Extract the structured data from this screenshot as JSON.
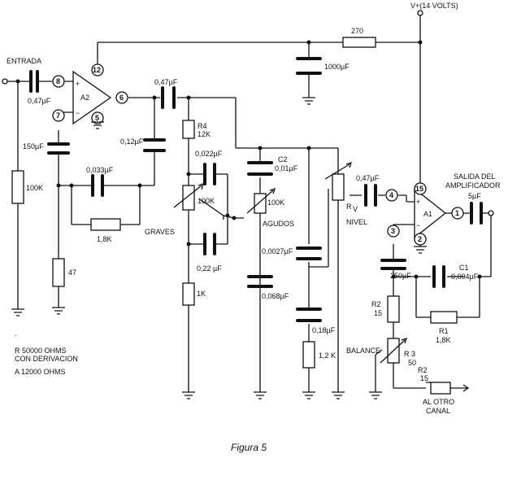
{
  "labels": {
    "supply": "V+(14 VOLTS)",
    "entrada": "ENTRADA",
    "c_in": "0,47µF",
    "a2": "A2",
    "pin8": "8",
    "pin7": "7",
    "pin12": "12",
    "pin6": "6",
    "pin5": "5",
    "r270": "270",
    "c1000": "1000µF",
    "c150": "150µF",
    "r100k_in": "100K",
    "r47": "47",
    "c012": "0,12µF",
    "c0033": "0,033µF",
    "r18k_a2": "1,8K",
    "graves": "GRAVES",
    "c047_out": "0,47µF",
    "r4": "R4",
    "r4_val": "12K",
    "c0022": "0,022µF",
    "p100k_graves": "100K",
    "c022": "0,22 µF",
    "r1k": "1K",
    "c2": "C2",
    "c2_val": "0,01µF",
    "p100k_agudos": "100K",
    "agudos": "AGUDOS",
    "c00027": "0,0027µF",
    "c0068": "0,068µF",
    "c018": "0,18µF",
    "r12k": "1,2 K",
    "rv": "R",
    "rv_sub": "V",
    "nivel": "NIVEL",
    "c047_a1": "0,47µF",
    "pin4": "4",
    "pin15": "15",
    "a1": "A1",
    "pin1": "1",
    "pin3": "3",
    "pin2": "2",
    "salida1": "SALIDA DEL",
    "salida2": "AMPLIFICADOR",
    "c5": "5µF",
    "c250": "250µF",
    "c1": "C1",
    "c1_val": "0,004µF",
    "r2": "R2",
    "r2_val": "15",
    "r1": "R1",
    "r1_val": "1,8K",
    "balance": "BALANCE",
    "r3": "R 3",
    "r3_val": "50",
    "r2b": "R2",
    "r2b_val": "15",
    "otro1": "AL OTRO",
    "otro2": "CANAL",
    "legend_r1": "R   50000  OHMS",
    "legend_r2": "CON DERIVACION",
    "legend_a": "A   12000  OHMS",
    "caption": "Figura 5"
  }
}
